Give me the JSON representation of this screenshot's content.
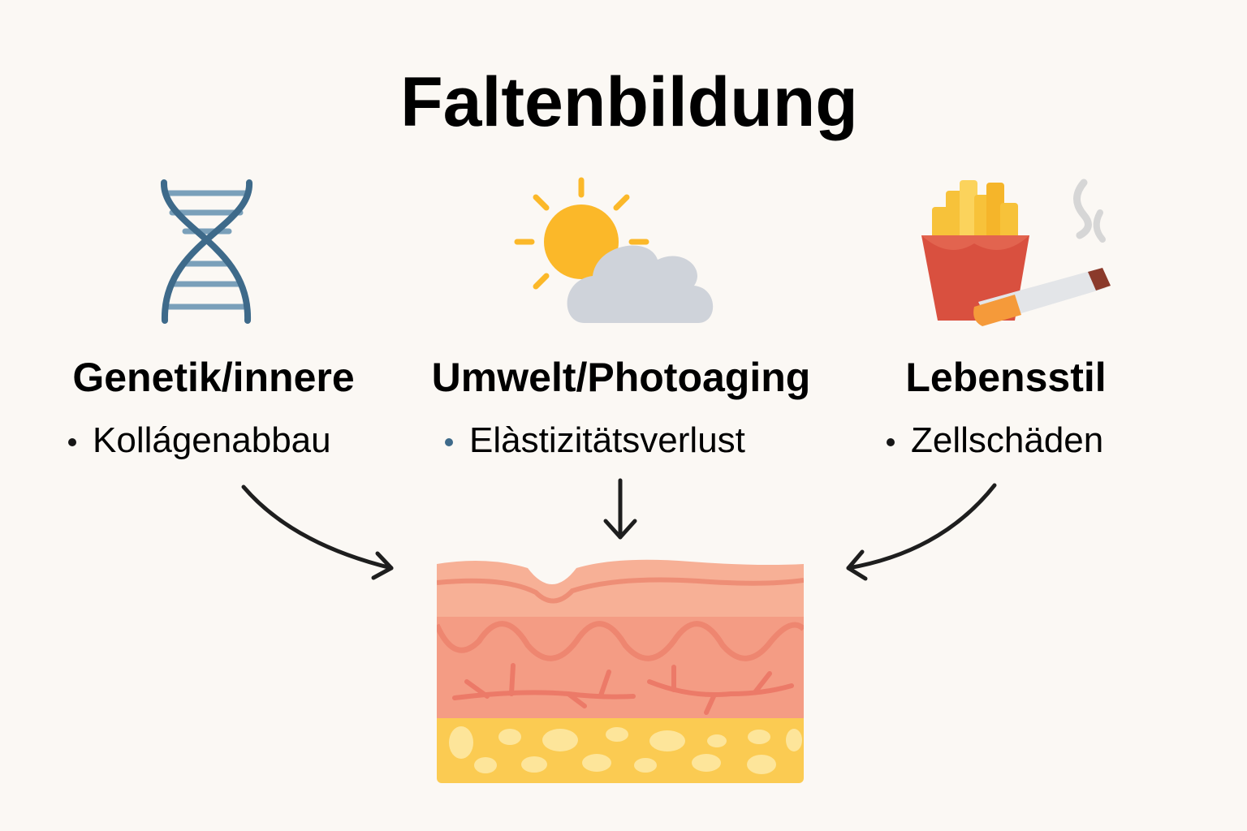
{
  "title": "Faltenbildung",
  "columns": [
    {
      "icon": "dna-icon",
      "heading": "Genetik/innere",
      "bullet": "Kollágenabbau"
    },
    {
      "icon": "sun-cloud-icon",
      "heading": "Umwelt/Photoaging",
      "bullet": "Elàstizitätsverlust"
    },
    {
      "icon": "fries-cigarette-icon",
      "heading": "Lebensstil",
      "bullet": "Zellschäden"
    }
  ],
  "colors": {
    "background": "#fbf8f4",
    "dna": "#3e6a8a",
    "sun": "#fbb829",
    "cloud": "#cfd3da",
    "fries_box": "#d9503f",
    "fries": "#f7c23a",
    "skin_top": "#f6a78a",
    "skin_deep": "#f29a80",
    "fat": "#fbcb52"
  }
}
